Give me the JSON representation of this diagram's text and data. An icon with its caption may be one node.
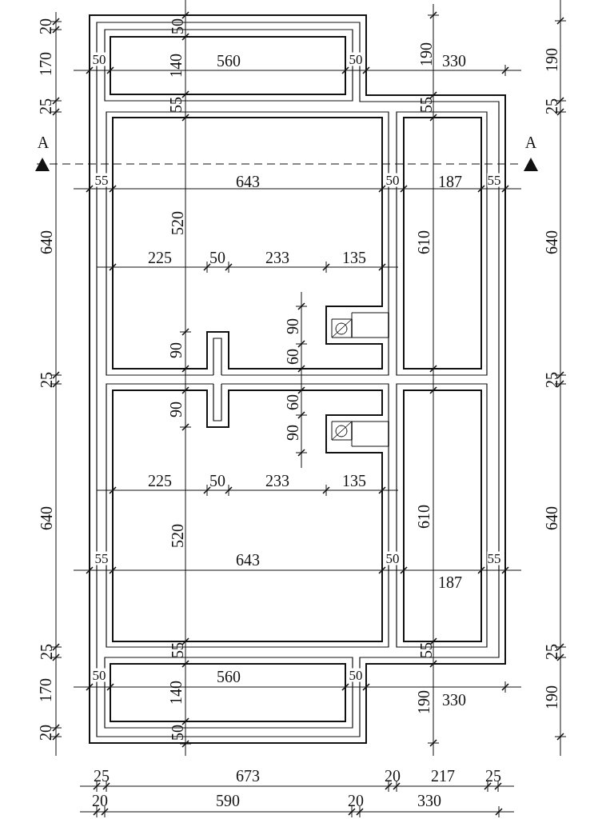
{
  "diagram": {
    "labels": [
      "20",
      "50",
      "170",
      "50",
      "140",
      "560",
      "50",
      "190",
      "330",
      "190",
      "25",
      "55",
      "55",
      "25",
      "A",
      "A",
      "55",
      "643",
      "50",
      "187",
      "55",
      "520",
      "640",
      "610",
      "640",
      "225",
      "50",
      "233",
      "135",
      "90",
      "90",
      "60",
      "25",
      "25",
      "60",
      "90",
      "90",
      "225",
      "50",
      "233",
      "135",
      "640",
      "610",
      "640",
      "520",
      "55",
      "643",
      "50",
      "55",
      "187",
      "25",
      "55",
      "55",
      "25",
      "50",
      "560",
      "50",
      "170",
      "140",
      "190",
      "330",
      "190",
      "20",
      "50",
      "25",
      "673",
      "20",
      "217",
      "25",
      "20",
      "590",
      "20",
      "330"
    ]
  }
}
